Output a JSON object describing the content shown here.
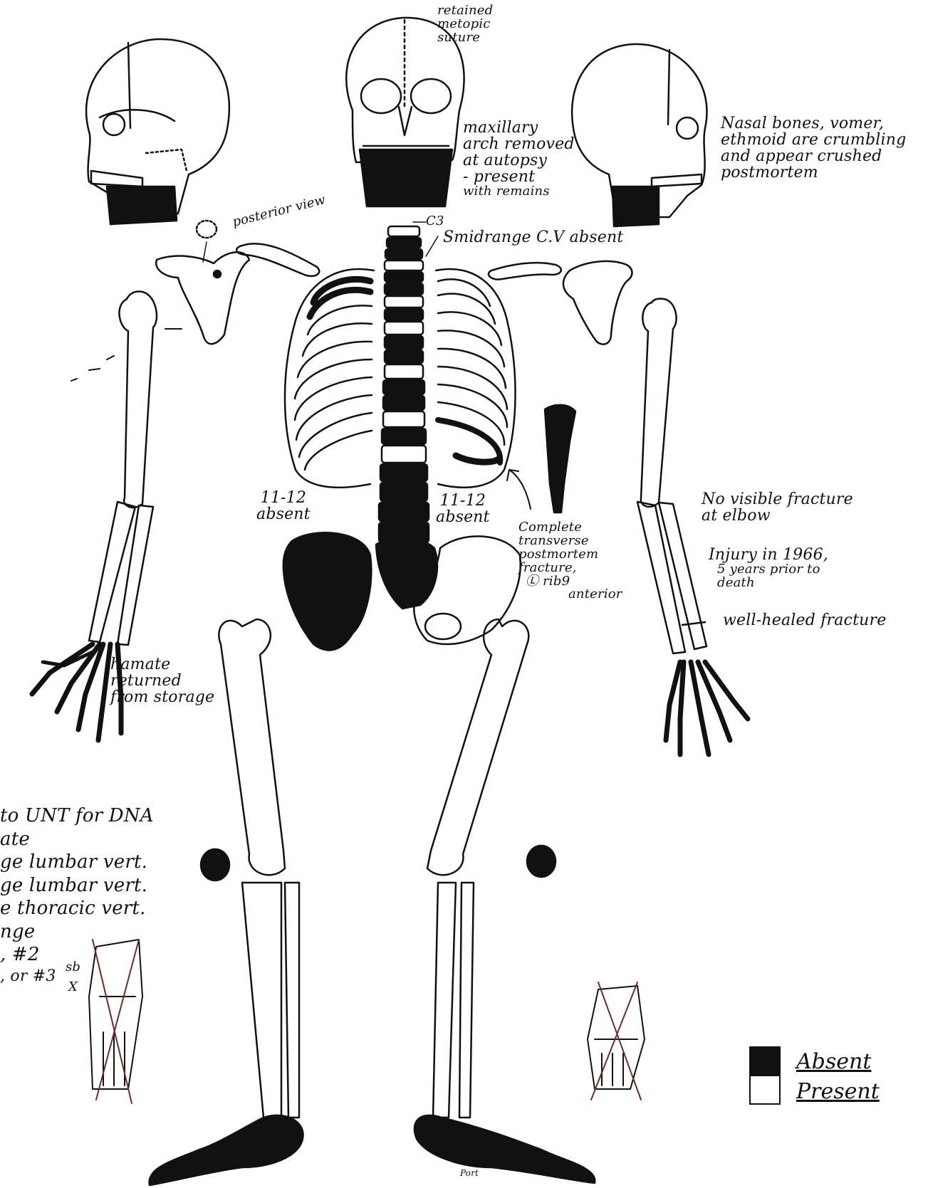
{
  "annotations": {
    "metopic": [
      "retained",
      "metopic",
      "suture"
    ],
    "maxillary": [
      "maxillary",
      "arch removed",
      "at autopsy",
      "- present",
      "with remains"
    ],
    "nasal": [
      "Nasal bones, vomer,",
      "ethmoid are crumbling",
      "and appear crushed",
      "postmortem"
    ],
    "posterior_view": "posterior view",
    "c3": "C3",
    "cv_absent": "Smidrange C.V absent",
    "ribs_right_absent": [
      "11-12",
      "absent"
    ],
    "ribs_left_absent": [
      "11-12",
      "absent"
    ],
    "rib_fracture": [
      "Complete",
      "transverse",
      "postmortem",
      "fracture,",
      "Ⓛ rib9",
      "anterior"
    ],
    "elbow": [
      "No visible fracture",
      "at elbow"
    ],
    "injury": [
      "Injury in 1966,",
      "5 years prior to",
      "death"
    ],
    "healed": "well-healed fracture",
    "hamate": [
      "hamate",
      "returned",
      "from storage"
    ],
    "dna_list": [
      "to UNT for DNA",
      "ate",
      "ge lumbar vert.",
      "ge lumbar vert.",
      "e thoracic vert.",
      "nge",
      ", #2",
      ", or #3"
    ],
    "small_marks": [
      "sb",
      "X"
    ],
    "port": "Port"
  },
  "legend": {
    "absent_label": "Absent",
    "present_label": "Present",
    "absent_color": "#111111",
    "present_color": "#ffffff"
  }
}
